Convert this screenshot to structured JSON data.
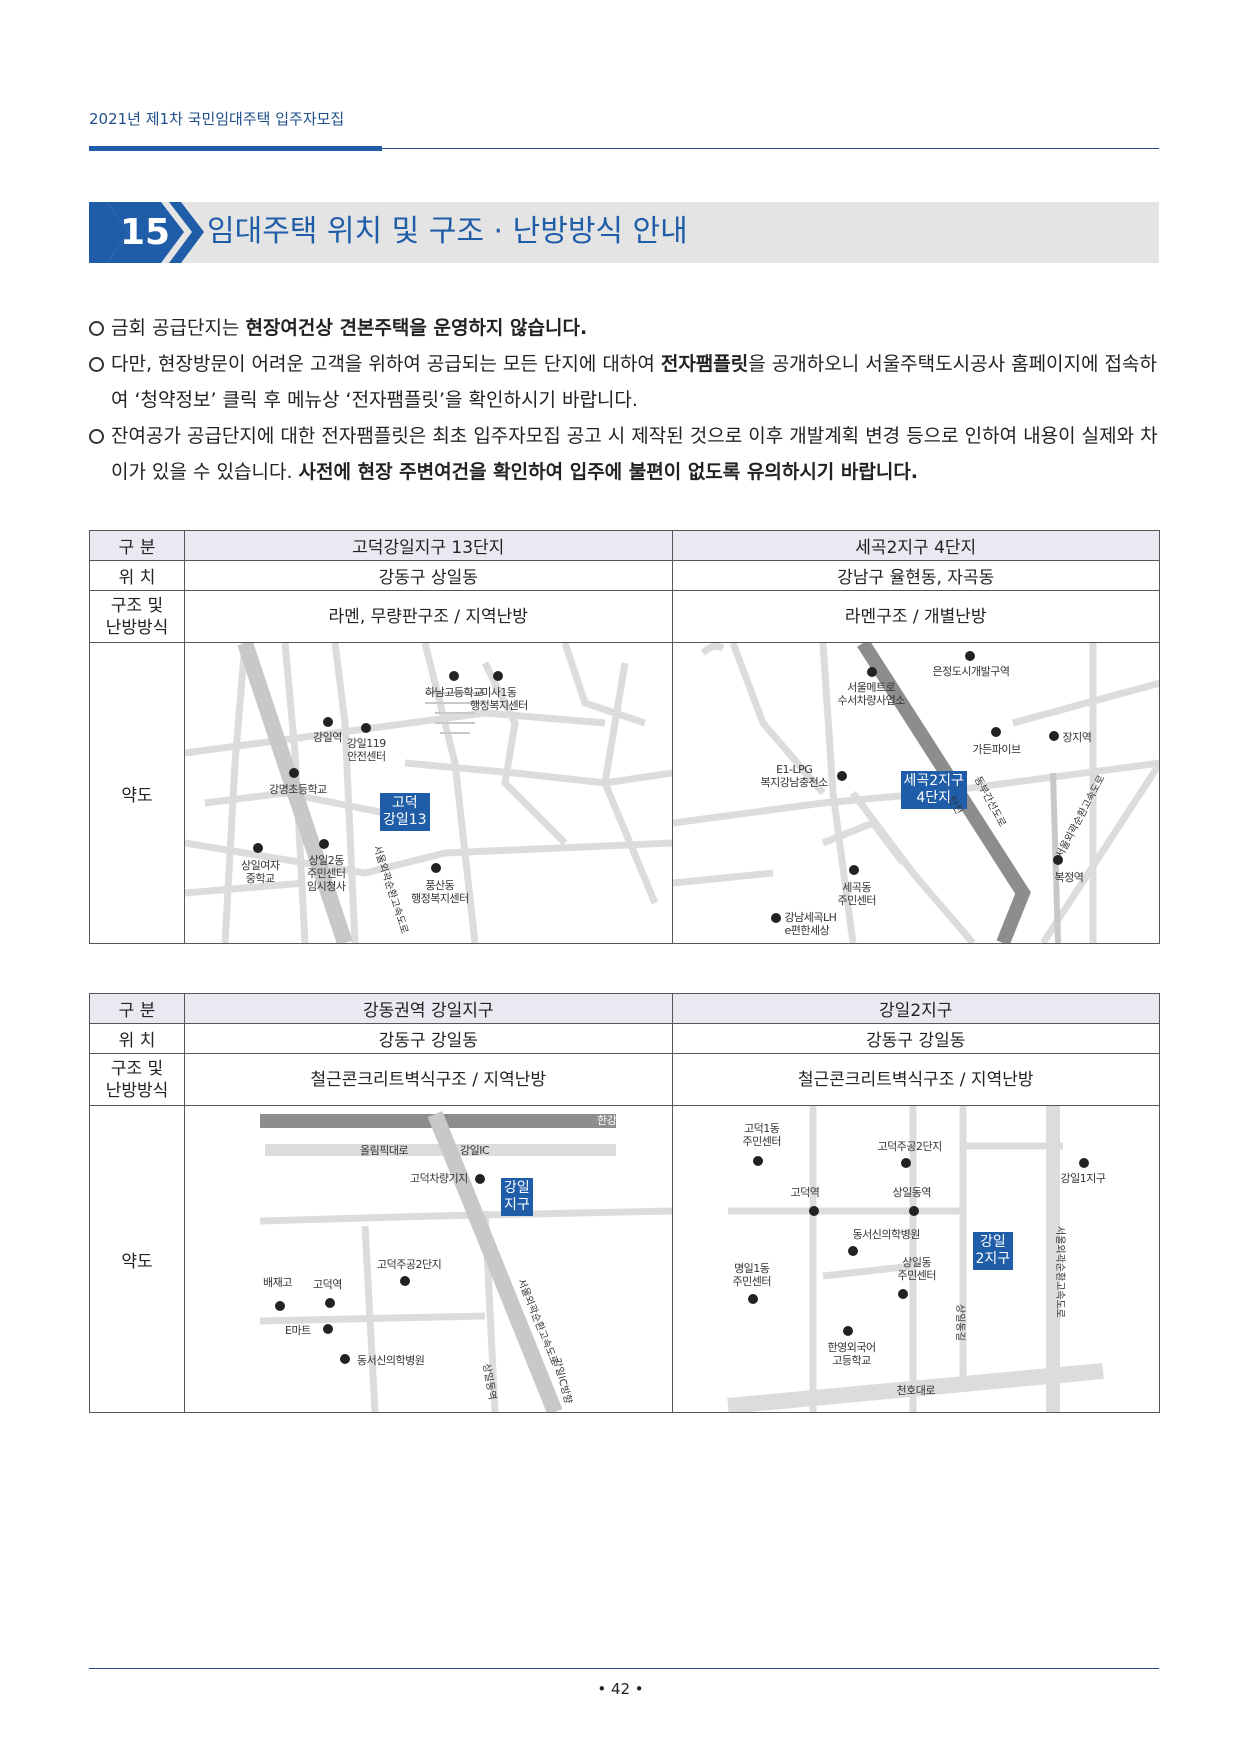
{
  "header": {
    "title": "2021년 제1차 국민임대주택 입주자모집"
  },
  "section": {
    "number": "15",
    "title": "임대주택 위치 및 구조 · 난방방식 안내"
  },
  "bullets": [
    {
      "pre": "금회 공급단지는 ",
      "bold": "현장여건상 견본주택을 운영하지 않습니다.",
      "post": ""
    },
    {
      "pre": "다만, 현장방문이 어려운 고객을 위하여 공급되는 모든 단지에 대하여 ",
      "bold": "전자팸플릿",
      "post": "을 공개하오니 서울주택도시공사 홈페이지에 접속하여 ‘청약정보’ 클릭 후 메뉴상 ‘전자팸플릿’을 확인하시기 바랍니다."
    },
    {
      "pre": "잔여공가 공급단지에 대한 전자팸플릿은 최초 입주자모집 공고 시 제작된 것으로 이후 개발계획 변경 등으로 인하여 내용이 실제와 차이가 있을 수 있습니다. ",
      "bold": "사전에 현장 주변여건을 확인하여 입주에 불편이 없도록 유의하시기 바랍니다.",
      "post": ""
    }
  ],
  "labels": {
    "gubun": "구 분",
    "location": "위 치",
    "structure": "구조 및\n난방방식",
    "map": "약도"
  },
  "table1": {
    "a": {
      "name": "고덕강일지구 13단지",
      "location": "강동구 상일동",
      "structure": "라멘, 무량판구조 / 지역난방"
    },
    "b": {
      "name": "세곡2지구 4단지",
      "location": "강남구 율현동, 자곡동",
      "structure": "라멘구조 / 개별난방"
    }
  },
  "table2": {
    "a": {
      "name": "강동권역 강일지구",
      "location": "강동구 강일동",
      "structure": "철근콘크리트벽식구조 / 지역난방"
    },
    "b": {
      "name": "강일2지구",
      "location": "강동구 강일동",
      "structure": "철근콘크리트벽식구조 / 지역난방"
    }
  },
  "map1": {
    "box": "고덕\n강일13",
    "labels": [
      "하남고등학교",
      "미사1동\n행정복지센터",
      "강일역",
      "강일119\n안전센터",
      "강명초등학교",
      "상일여자\n중학교",
      "상일2동\n주민센터\n임시청사",
      "풍산동\n행정복지센터"
    ],
    "road": "서울외곽순환고속도로"
  },
  "map2": {
    "box": "세곡2지구\n4단지",
    "labels": [
      "은정도시개발구역",
      "서울메트로\n수서차량사업소",
      "가든파이브",
      "장지역",
      "E1-LPG\n복지강남충전소",
      "세곡동\n주민센터",
      "강남세곡LH\ne편한세상",
      "복정역"
    ],
    "roads": [
      "동부간선도로",
      "탄천",
      "서울외곽순환고속도로"
    ]
  },
  "map3": {
    "box": "강일\n지구",
    "labels": [
      "한강",
      "올림픽대로",
      "강일IC",
      "고덕차량기지",
      "고덕주공2단지",
      "배재고",
      "고덕역",
      "E마트",
      "동서신의학병원"
    ],
    "roads": [
      "서울외곽순환고속도로",
      "상일동역",
      "강일IC방향"
    ]
  },
  "map4": {
    "box": "강일\n2지구",
    "labels": [
      "고덕1동\n주민센터",
      "고덕주공2단지",
      "강일1지구",
      "고덕역",
      "상일동역",
      "동서신의학병원",
      "명일1동\n주민센터",
      "상일동\n주민센터",
      "한영외국어\n고등학교",
      "천호대로"
    ],
    "roads": [
      "서울외곽순환고속도로",
      "상일동길"
    ]
  },
  "footer": {
    "page": "• 42 •"
  }
}
